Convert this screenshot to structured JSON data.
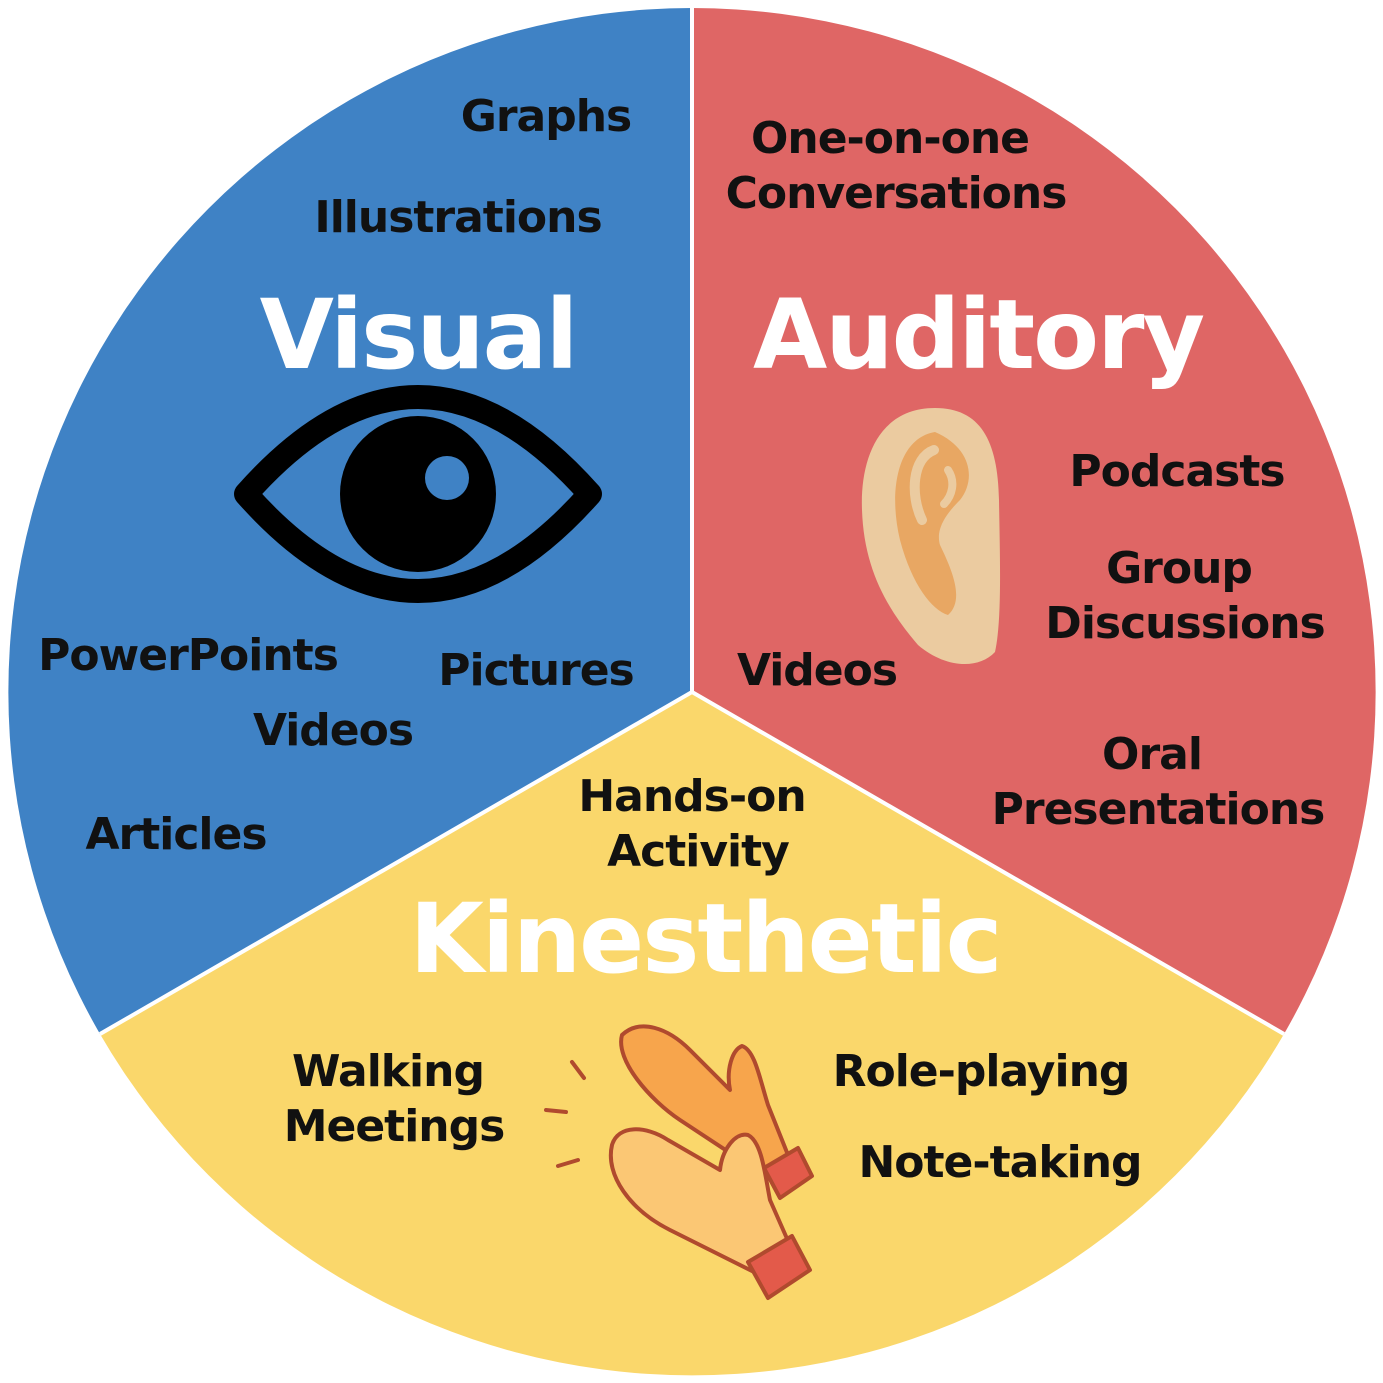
{
  "colors": {
    "visual": "#3f82c5",
    "auditory": "#df6665",
    "kinesthetic": "#fad76b",
    "divider": "#ffffff",
    "label": "#111111",
    "title": "#ffffff"
  },
  "icons": {
    "visual": "eye-icon",
    "auditory": "ear-icon",
    "kinesthetic": "clapping-hands-icon"
  },
  "visual": {
    "title": "Visual",
    "items": {
      "graphs": "Graphs",
      "illustrations": "Illustrations",
      "powerpoints": "PowerPoints",
      "pictures": "Pictures",
      "videos": "Videos",
      "articles": "Articles"
    }
  },
  "auditory": {
    "title": "Auditory",
    "items": {
      "one_on_one_1": "One-on-one",
      "one_on_one_2": "Conversations",
      "podcasts": "Podcasts",
      "group_1": "Group",
      "group_2": "Discussions",
      "videos": "Videos",
      "oral_1": "Oral",
      "oral_2": "Presentations"
    }
  },
  "kinesthetic": {
    "title": "Kinesthetic",
    "items": {
      "hands_on_1": "Hands-on",
      "hands_on_2": "Activity",
      "walking_1": "Walking",
      "walking_2": "Meetings",
      "role_playing": "Role-playing",
      "note_taking": "Note-taking"
    }
  }
}
